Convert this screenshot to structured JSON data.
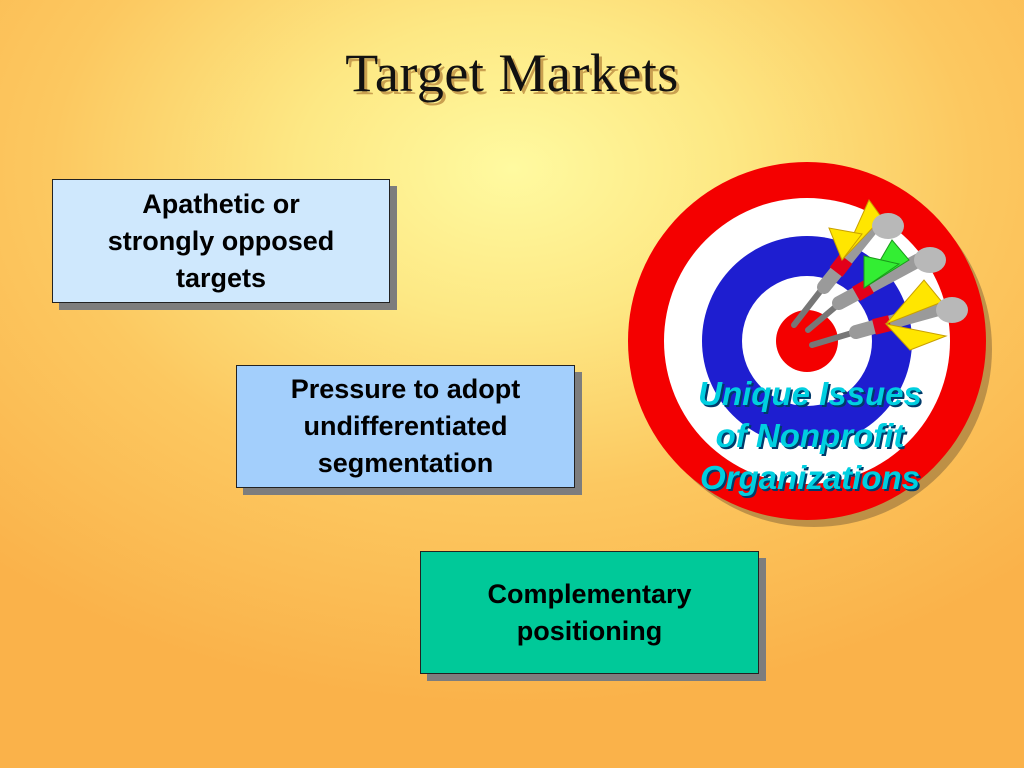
{
  "slide": {
    "title": "Target Markets",
    "boxes": [
      {
        "lines": [
          "Apathetic or",
          "strongly opposed",
          "targets"
        ]
      },
      {
        "lines": [
          "Pressure to adopt",
          "undifferentiated",
          "segmentation"
        ]
      },
      {
        "lines": [
          "Complementary",
          "positioning"
        ]
      }
    ],
    "target_caption": [
      "Unique Issues",
      "of Nonprofit",
      "Organizations"
    ]
  },
  "colors": {
    "box_1": "#cfe8fd",
    "box_2": "#a3cffc",
    "box_3": "#00c999",
    "target_red": "#f40000",
    "target_blue": "#1e1ed0",
    "caption": "#00cfe0"
  }
}
